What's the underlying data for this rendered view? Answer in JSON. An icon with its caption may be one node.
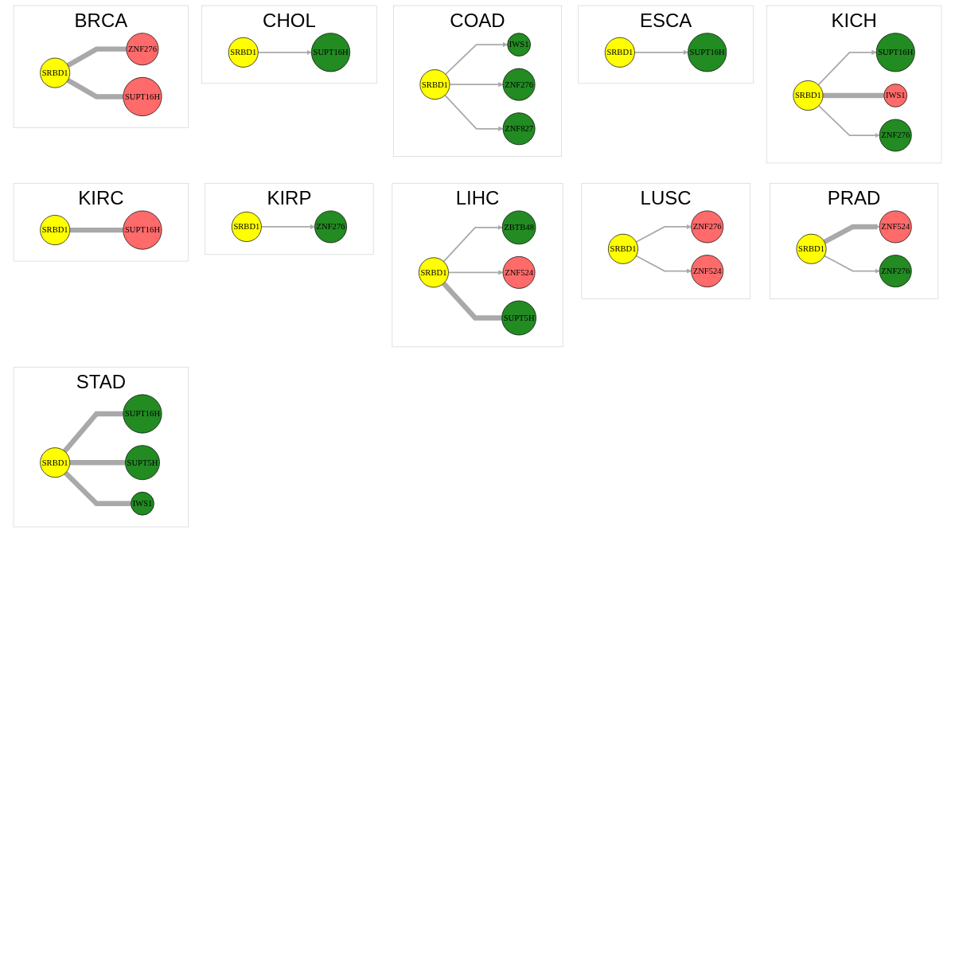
{
  "diagram": {
    "nodes": [
      {
        "text": [
          "BRCA"
        ]
      },
      {
        "text": [
          "ZNF276"
        ],
        "in": 0
      },
      {
        "text": [
          "SRBD1"
        ],
        "in": 0
      },
      {
        "text": [
          "SUPT16H"
        ],
        "in": 0
      },
      {
        "text": [
          "CHOL"
        ]
      },
      {
        "text": [
          "SUPT16H"
        ],
        "in": 4
      },
      {
        "text": [
          "SRBD1"
        ],
        "in": 4
      },
      {
        "text": [
          "COAD"
        ]
      },
      {
        "text": [
          "IWS1"
        ],
        "in": 7
      },
      {
        "text": [
          "ZNF276"
        ],
        "in": 7
      },
      {
        "text": [
          "SRBD1"
        ],
        "in": 7
      },
      {
        "text": [
          "ZNF827"
        ],
        "in": 7
      },
      {
        "text": [
          "ESCA"
        ]
      },
      {
        "text": [
          "SUPT16H"
        ],
        "in": 12
      },
      {
        "text": [
          "SRBD1"
        ],
        "in": 12
      },
      {
        "text": [
          "KICH"
        ]
      },
      {
        "text": [
          "SUPT16H"
        ],
        "in": 15
      },
      {
        "text": [
          "IWS1"
        ],
        "in": 15
      },
      {
        "text": [
          "SRBD1"
        ],
        "in": 15
      },
      {
        "text": [
          "ZNF276"
        ],
        "in": 15
      },
      {
        "text": [
          "KIRC"
        ]
      },
      {
        "text": [
          "SRBD1"
        ],
        "in": 20
      },
      {
        "text": [
          "SUPT16H"
        ],
        "in": 20
      },
      {
        "text": [
          "KIRP"
        ]
      },
      {
        "text": [
          "ZNF276"
        ],
        "in": 23
      },
      {
        "text": [
          "SRBD1"
        ],
        "in": 23
      },
      {
        "text": [
          "LIHC"
        ]
      },
      {
        "text": [
          "ZBTB48"
        ],
        "in": 26
      },
      {
        "text": [
          "ZNF524"
        ],
        "in": 26
      },
      {
        "text": [
          "SRBD1"
        ],
        "in": 26
      },
      {
        "text": [
          "SUPT5H"
        ],
        "in": 26
      },
      {
        "text": [
          "LUSC"
        ]
      },
      {
        "text": [
          "ZNF276"
        ],
        "in": 31
      },
      {
        "text": [
          "SRBD1"
        ],
        "in": 31
      },
      {
        "text": [
          "ZNF524"
        ],
        "in": 31
      },
      {
        "text": [
          "PRAD"
        ]
      },
      {
        "text": [
          "ZNF524"
        ],
        "in": 35
      },
      {
        "text": [
          "SRBD1"
        ],
        "in": 35
      },
      {
        "text": [
          "ZNF276"
        ],
        "in": 35
      },
      {
        "text": [
          "STAD"
        ]
      },
      {
        "text": [
          "SUPT16H"
        ],
        "in": 39
      },
      {
        "text": [
          "SUPT5H"
        ],
        "in": 39
      },
      {
        "text": [
          "SRBD1"
        ],
        "in": 39
      },
      {
        "text": [
          "IWS1"
        ],
        "in": 39
      }
    ],
    "edges": [
      {
        "from": 2,
        "to": 1,
        "arrow": "none",
        "style": "thick"
      },
      {
        "from": 2,
        "to": 3,
        "arrow": "none",
        "style": "thick"
      },
      {
        "from": 6,
        "to": 5,
        "arrow": "to"
      },
      {
        "from": 10,
        "to": 8,
        "arrow": "to"
      },
      {
        "from": 10,
        "to": 9,
        "arrow": "to"
      },
      {
        "from": 10,
        "to": 11,
        "arrow": "to"
      },
      {
        "from": 14,
        "to": 13,
        "arrow": "to"
      },
      {
        "from": 18,
        "to": 16,
        "arrow": "to"
      },
      {
        "from": 18,
        "to": 17,
        "arrow": "none",
        "style": "thick"
      },
      {
        "from": 18,
        "to": 19,
        "arrow": "to"
      },
      {
        "from": 21,
        "to": 22,
        "arrow": "none",
        "style": "thick"
      },
      {
        "from": 25,
        "to": 24,
        "arrow": "to"
      },
      {
        "from": 29,
        "to": 27,
        "arrow": "to"
      },
      {
        "from": 29,
        "to": 28,
        "arrow": "to"
      },
      {
        "from": 29,
        "to": 30,
        "arrow": "none",
        "style": "thick"
      },
      {
        "from": 33,
        "to": 32,
        "arrow": "to"
      },
      {
        "from": 33,
        "to": 34,
        "arrow": "to"
      },
      {
        "from": 37,
        "to": 36,
        "arrow": "to",
        "style": "thick"
      },
      {
        "from": 37,
        "to": 38,
        "arrow": "to"
      },
      {
        "from": 42,
        "to": 40,
        "arrow": "none",
        "style": "thick"
      },
      {
        "from": 42,
        "to": 41,
        "arrow": "none",
        "style": "thick"
      },
      {
        "from": 42,
        "to": 43,
        "arrow": "none",
        "style": "thick"
      }
    ]
  }
}
